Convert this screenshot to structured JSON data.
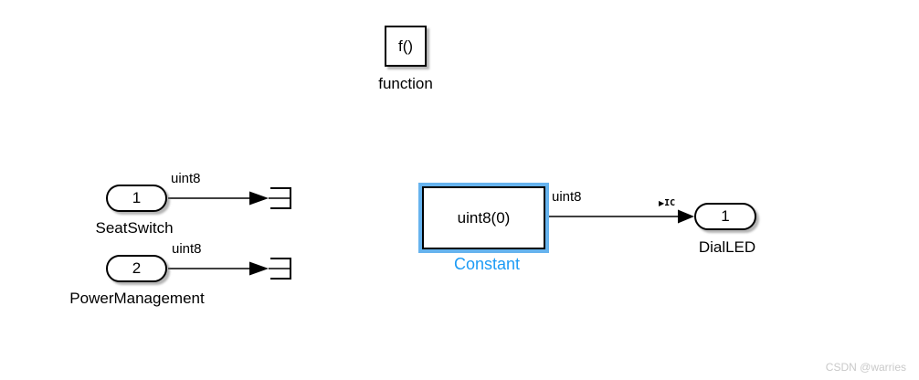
{
  "colors": {
    "selection_blue": "#66b3ee",
    "label_blue": "#1d9bf5",
    "watermark_gray": "#c9c9c9",
    "wire_black": "#000000"
  },
  "function_block": {
    "icon": "f()",
    "label": "function"
  },
  "inports": [
    {
      "number": "1",
      "name": "SeatSwitch",
      "signal": "uint8"
    },
    {
      "number": "2",
      "name": "PowerManagement",
      "signal": "uint8"
    }
  ],
  "constant": {
    "value": "uint8(0)",
    "label": "Constant",
    "signal": "uint8",
    "selected": true
  },
  "outport": {
    "number": "1",
    "name": "DialLED",
    "ic_badge": "IC"
  },
  "watermark": "CSDN @warries"
}
